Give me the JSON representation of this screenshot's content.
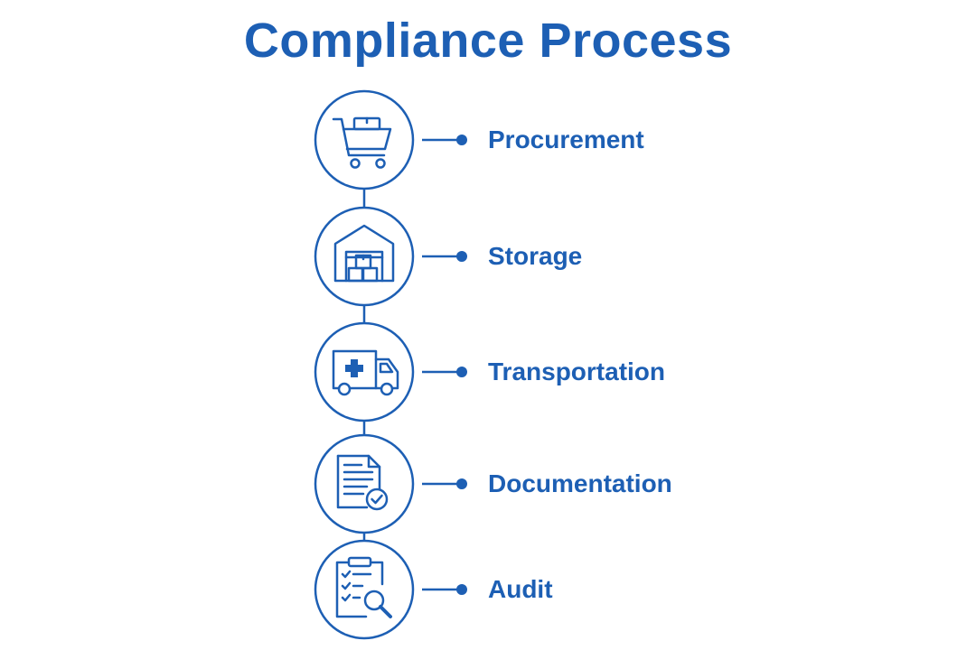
{
  "title": "Compliance Process",
  "colors": {
    "primary": "#1d5fb4",
    "background": "#ffffff"
  },
  "steps": [
    {
      "label": "Procurement",
      "icon": "shopping-cart-icon"
    },
    {
      "label": "Storage",
      "icon": "warehouse-icon"
    },
    {
      "label": "Transportation",
      "icon": "medical-truck-icon"
    },
    {
      "label": "Documentation",
      "icon": "document-check-icon"
    },
    {
      "label": "Audit",
      "icon": "clipboard-search-icon"
    }
  ]
}
